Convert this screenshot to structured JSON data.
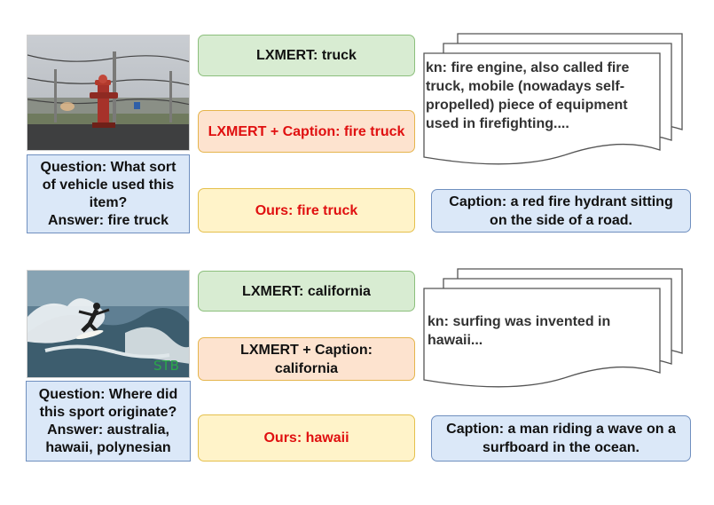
{
  "examples": [
    {
      "image_icon": "fire-hydrant-photo",
      "question": "Question: What sort of vehicle used this item?",
      "answer": "Answer: fire truck",
      "lxmert": "LXMERT: truck",
      "lxmert_caption": "LXMERT + Caption: fire truck",
      "ours": "Ours: fire truck",
      "knowledge": "kn: fire engine, also called fire truck, mobile (nowadays self-propelled) piece of equipment used in firefighting....",
      "caption": "Caption: a red fire hydrant sitting on the side of a road."
    },
    {
      "image_icon": "surfer-photo",
      "image_watermark": "STB",
      "question": "Question: Where did this sport originate?",
      "answer": "Answer: australia, hawaii, polynesian",
      "lxmert": "LXMERT: california",
      "lxmert_caption": "LXMERT + Caption: california",
      "ours": "Ours: hawaii",
      "knowledge": "kn: surfing was invented in hawaii...",
      "caption": "Caption: a man riding a wave on a surfboard in the ocean."
    }
  ],
  "colors": {
    "blue_fill": "#dbe8f8",
    "green_fill": "#d8ecd2",
    "orange_fill": "#fde3cf",
    "yellow_fill": "#fff3c9",
    "highlight_red": "#e01010"
  }
}
